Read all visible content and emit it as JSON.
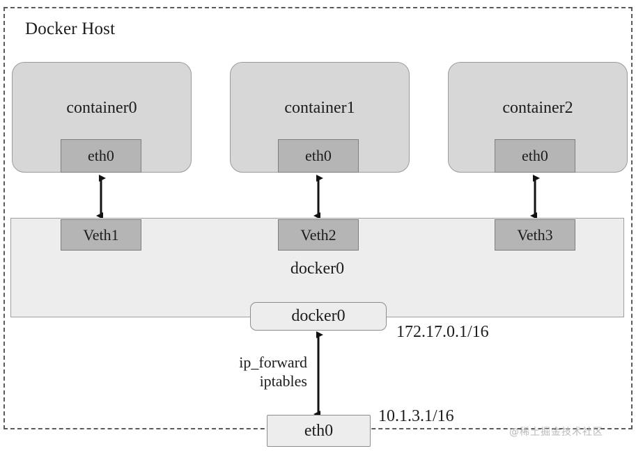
{
  "diagram": {
    "host": {
      "title": "Docker Host",
      "boundary_style": "dashed"
    },
    "containers": [
      {
        "name": "container0",
        "iface": "eth0",
        "veth": "Veth1"
      },
      {
        "name": "container1",
        "iface": "eth0",
        "veth": "Veth2"
      },
      {
        "name": "container2",
        "iface": "eth0",
        "veth": "Veth3"
      }
    ],
    "bridge": {
      "label": "docker0",
      "node_label": "docker0",
      "ip": "172.17.0.1/16"
    },
    "host_nic": {
      "label": "eth0",
      "ip": "10.1.3.1/16"
    },
    "forwarding": {
      "line1": "ip_forward",
      "line2": "iptables"
    },
    "watermark": "@稀土掘金技术社区",
    "colors": {
      "container_fill": "#d7d7d7",
      "container_stroke": "#9a9a9a",
      "iface_fill": "#b5b5b5",
      "iface_stroke": "#7e7e7e",
      "bridge_fill": "#ededed",
      "bridge_stroke": "#9e9e9e",
      "node_fill": "#ededed",
      "node_stroke": "#8d8d8d",
      "boundary_stroke": "#5a5a5a",
      "arrow_color": "#111111",
      "text_color": "#1c1c1c",
      "watermark_color": "#b9b9b9",
      "page_background": "#ffffff"
    }
  }
}
